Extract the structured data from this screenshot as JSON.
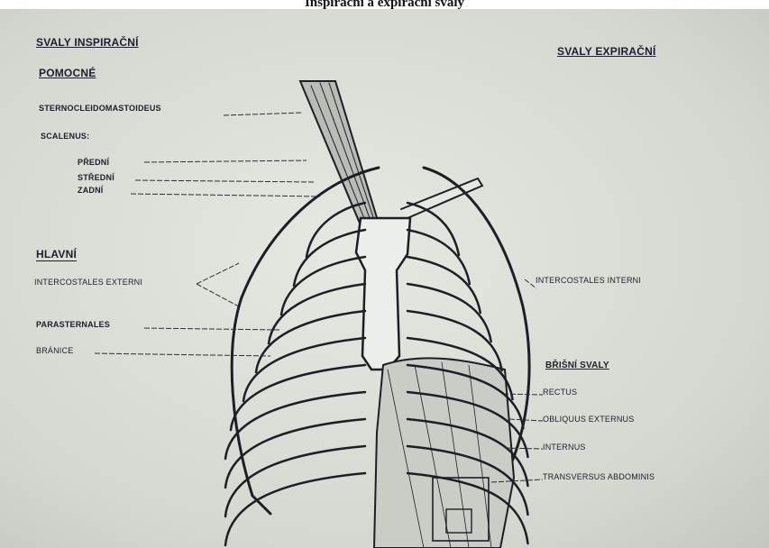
{
  "title": "Inspirační a expirační svaly",
  "labels": {
    "svaly_inspiracni": "SVALY INSPIRAČNÍ",
    "svaly_expiracni": "SVALY EXPIRAČNÍ",
    "pomocne": "POMOCNÉ",
    "sternocleidomastoideus": "STERNOCLEIDOMASTOIDEUS",
    "scalenus": "SCALENUS:",
    "predni": "PŘEDNÍ",
    "stredni": "STŘEDNÍ",
    "zadni": "ZADNÍ",
    "hlavni": "HLAVNÍ",
    "intercostales_externi": "INTERCOSTALES EXTERNI",
    "intercostales_interni": "INTERCOSTALES INTERNI",
    "parasternales": "PARASTERNALES",
    "branice": "BRÁNICE",
    "brisni_svaly": "BŘIŠNÍ SVALY",
    "rectus": "RECTUS",
    "obliquus_externus": "OBLIQUUS EXTERNUS",
    "internus": "INTERNUS",
    "transversus_abdominis": "TRANSVERSUS ABDOMINIS"
  }
}
